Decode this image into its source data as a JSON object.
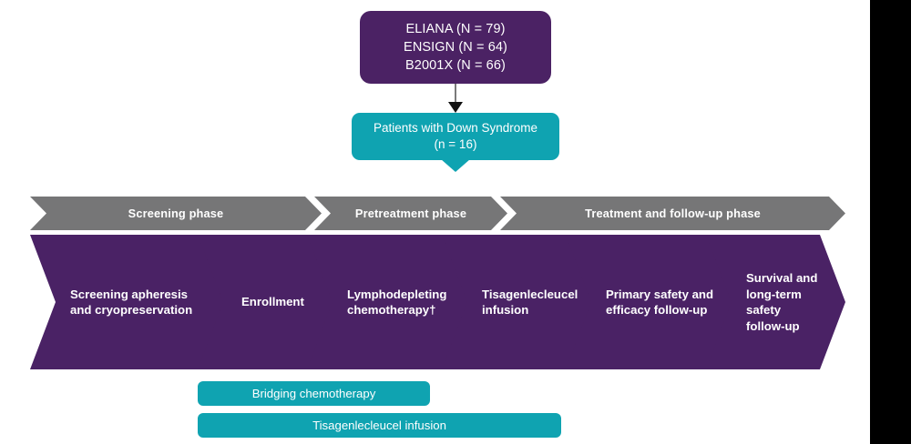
{
  "cohort": {
    "lines": [
      "ELIANA (N = 79)",
      "ENSIGN (N = 64)",
      "B2001X (N = 66)"
    ]
  },
  "callout": {
    "title": "Patients with Down Syndrome",
    "count": "(n = 16)"
  },
  "phases": [
    {
      "label": "Screening phase"
    },
    {
      "label": "Pretreatment phase"
    },
    {
      "label": "Treatment and follow-up phase"
    }
  ],
  "steps": [
    {
      "lines": [
        "Screening apheresis",
        "and cryopreservation"
      ]
    },
    {
      "lines": [
        "Enrollment"
      ]
    },
    {
      "lines": [
        "Lymphodepleting",
        "chemotherapy†"
      ]
    },
    {
      "lines": [
        "Tisagenlecleucel",
        "infusion"
      ]
    },
    {
      "lines": [
        "Primary safety and",
        "efficacy follow-up"
      ]
    },
    {
      "lines": [
        "Survival and",
        "long-term safety",
        "follow-up"
      ]
    }
  ],
  "bars": [
    {
      "label": "Bridging chemotherapy"
    },
    {
      "label": "Tisagenlecleucel infusion"
    }
  ],
  "colors": {
    "purple": "#4A2265",
    "purple_box": "#4B2264",
    "teal": "#0FA3B1",
    "gray": "#767677",
    "white": "#FFFFFF"
  }
}
